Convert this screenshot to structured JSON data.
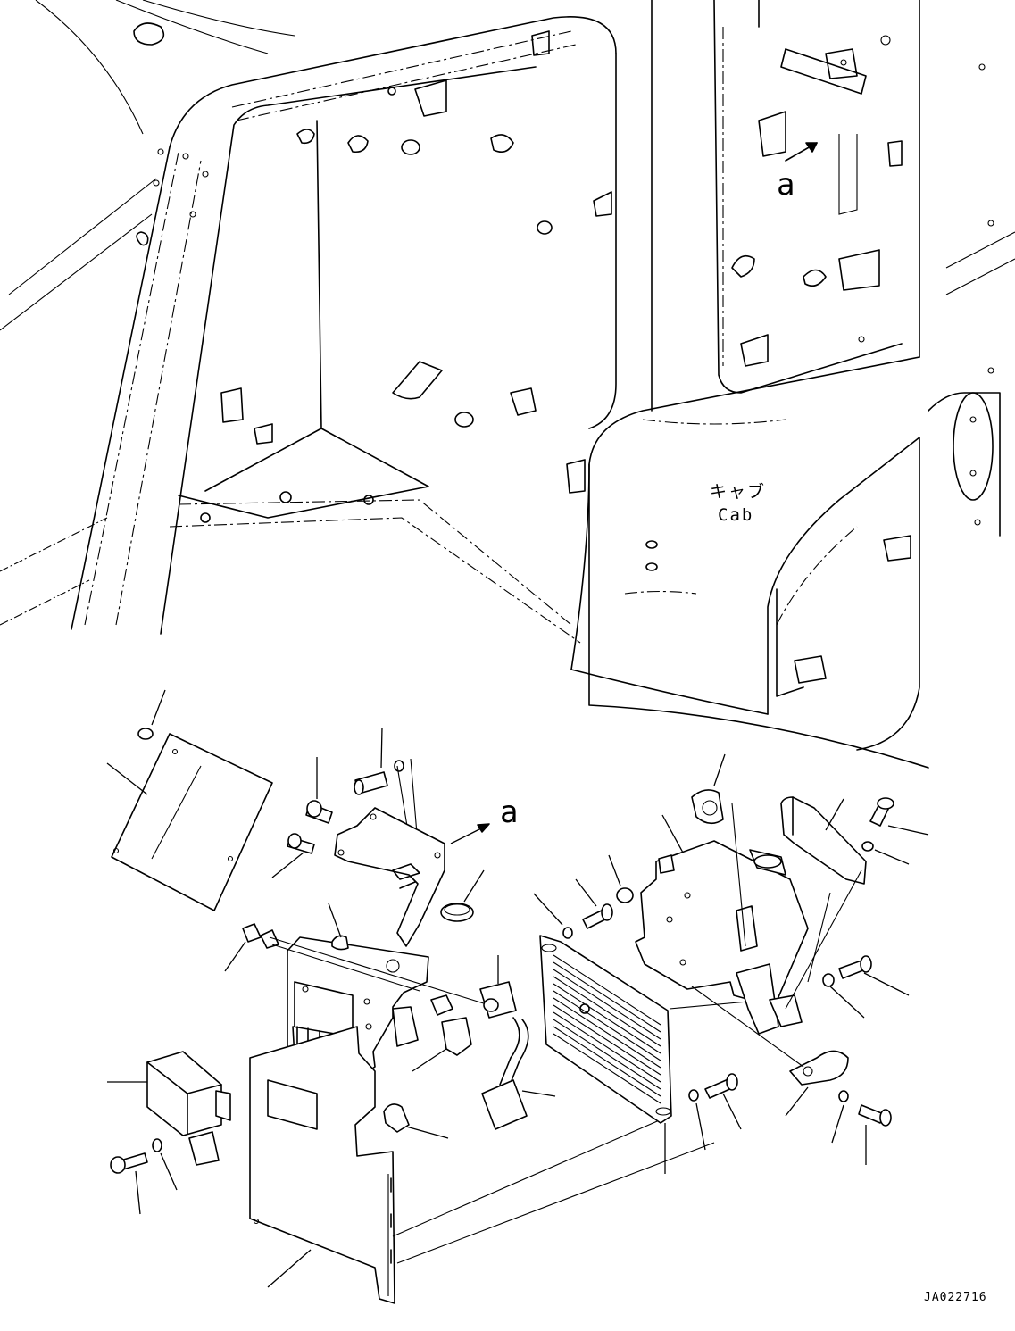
{
  "view_marker": {
    "top_label": "a",
    "bottom_label": "a"
  },
  "cab_label": {
    "japanese": "キャブ",
    "english": "Cab"
  },
  "drawing_code": "JA022716",
  "colors": {
    "line": "#000000",
    "background": "#ffffff"
  }
}
